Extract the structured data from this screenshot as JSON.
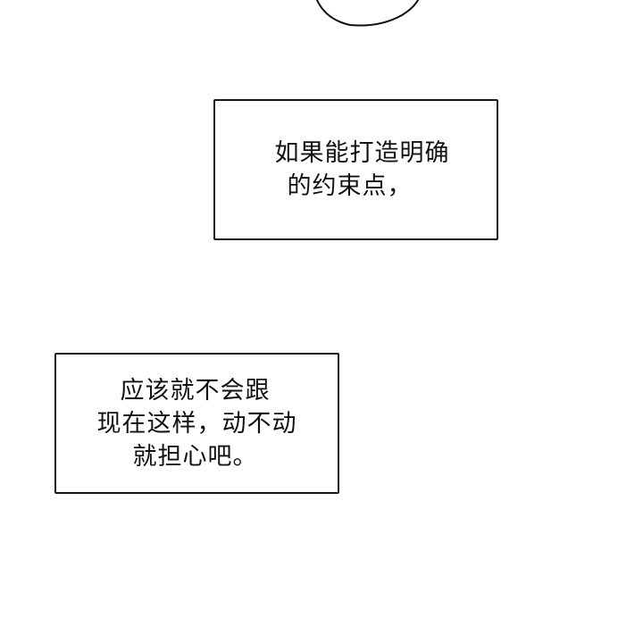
{
  "captions": {
    "top": {
      "lines": [
        "如果能打造明确",
        "的约束点，"
      ]
    },
    "bottom": {
      "lines": [
        "应该就不会跟",
        "现在这样，动不动",
        "就担心吧。"
      ]
    }
  }
}
